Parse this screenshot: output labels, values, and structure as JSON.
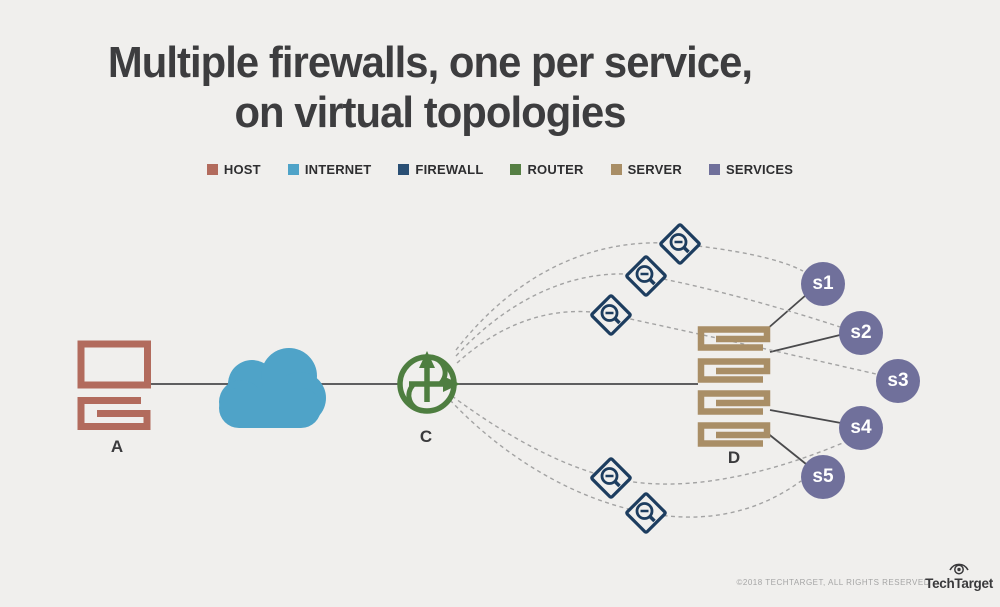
{
  "title": {
    "line1": "Multiple firewalls, one per service,",
    "line2": "on virtual topologies"
  },
  "legend": {
    "items": [
      {
        "label": "HOST",
        "color": "#b26b5d",
        "icon": "host-swatch"
      },
      {
        "label": "INTERNET",
        "color": "#4fa3c8",
        "icon": "internet-swatch"
      },
      {
        "label": "FIREWALL",
        "color": "#2a4f74",
        "icon": "firewall-swatch"
      },
      {
        "label": "ROUTER",
        "color": "#567f44",
        "icon": "router-swatch"
      },
      {
        "label": "SERVER",
        "color": "#a98e66",
        "icon": "server-swatch"
      },
      {
        "label": "SERVICES",
        "color": "#70709b",
        "icon": "services-swatch"
      }
    ]
  },
  "diagram": {
    "nodes": {
      "host": {
        "label": "A",
        "icon": "laptop-icon"
      },
      "internet": {
        "label": "",
        "icon": "cloud-icon"
      },
      "router": {
        "label": "C",
        "icon": "globe-arrows-icon"
      },
      "server": {
        "label": "D",
        "icon": "serpentine-stack-icon"
      },
      "services": [
        {
          "label": "s1"
        },
        {
          "label": "s2"
        },
        {
          "label": "s3"
        },
        {
          "label": "s4"
        },
        {
          "label": "s5"
        }
      ],
      "firewalls": {
        "count": 5,
        "icon": "magnifier-minus-diamond-icon"
      }
    },
    "connections": {
      "solid": [
        "A-internet",
        "internet-C",
        "C-D",
        "D-s1",
        "D-s2",
        "D-s4",
        "D-s5"
      ],
      "dashed_virtual_paths": [
        "C-fw1-s1",
        "C-fw2-s2",
        "C-fw3-s3",
        "C-fw4-s4",
        "C-fw5-s5"
      ]
    }
  },
  "colors": {
    "background": "#f0efed",
    "host": "#b26b5d",
    "internet": "#4fa3c8",
    "firewall": "#1d3d5f",
    "router": "#4e7e40",
    "server": "#a98e66",
    "services": "#70709b",
    "solid_line": "#4a4a4c",
    "dashed_line": "#a3a3a3",
    "text": "#3d3d3f"
  },
  "footer": {
    "copyright": "©2018 TECHTARGET, ALL RIGHTS RESERVED",
    "brand": "TechTarget",
    "brand_icon": "eye-icon"
  }
}
